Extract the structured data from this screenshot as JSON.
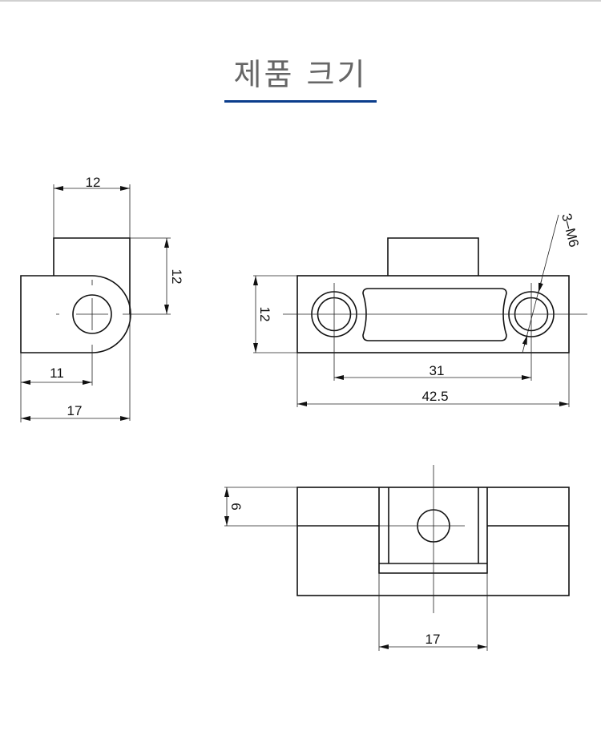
{
  "header": {
    "title": "제품 크기"
  },
  "side_view": {
    "width_top": "12",
    "height_top": "12",
    "hole_offset": "11",
    "total_width": "17"
  },
  "front_view": {
    "height": "12",
    "hole_spacing": "31",
    "total_length": "42.5",
    "thread_callout": "3–M6"
  },
  "bottom_view": {
    "offset": "6",
    "channel_width": "17"
  },
  "colors": {
    "title": "#666666",
    "accent": "#0b3d8c",
    "line": "#111111"
  }
}
